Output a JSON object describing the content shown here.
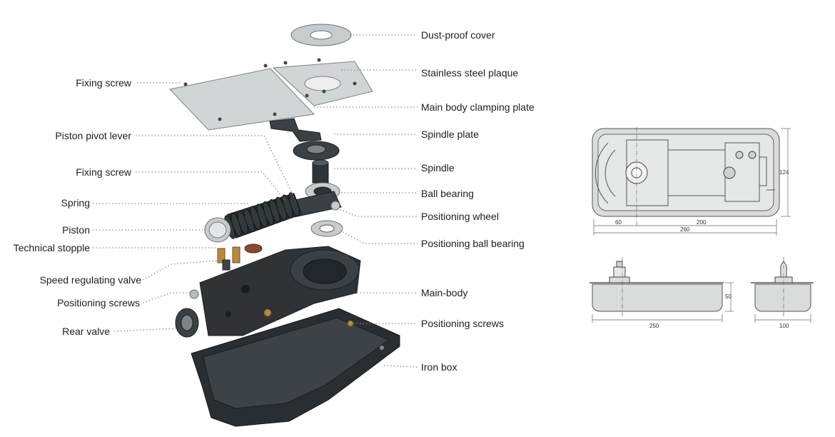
{
  "labels_left": [
    {
      "key": "fixing_screw_top",
      "text": "Fixing screw"
    },
    {
      "key": "piston_pivot_lever",
      "text": "Piston pivot lever"
    },
    {
      "key": "fixing_screw_mid",
      "text": "Fixing screw"
    },
    {
      "key": "spring",
      "text": "Spring"
    },
    {
      "key": "piston",
      "text": "Piston"
    },
    {
      "key": "technical_stopple",
      "text": "Technical stopple"
    },
    {
      "key": "speed_regulating_valve",
      "text": "Speed regulating valve"
    },
    {
      "key": "positioning_screws_left",
      "text": "Positioning screws"
    },
    {
      "key": "rear_valve",
      "text": "Rear valve"
    }
  ],
  "labels_right": [
    {
      "key": "dust_proof_cover",
      "text": "Dust-proof cover"
    },
    {
      "key": "stainless_steel_plaque",
      "text": "Stainless steel plaque"
    },
    {
      "key": "main_body_clamping_plate",
      "text": "Main body clamping plate"
    },
    {
      "key": "spindle_plate",
      "text": "Spindle plate"
    },
    {
      "key": "spindle",
      "text": "Spindle"
    },
    {
      "key": "ball_bearing",
      "text": "Ball bearing"
    },
    {
      "key": "positioning_wheel",
      "text": "Positioning wheel"
    },
    {
      "key": "positioning_ball_bearing",
      "text": "Positioning ball bearing"
    },
    {
      "key": "main_body",
      "text": "Main-body"
    },
    {
      "key": "positioning_screws_right",
      "text": "Positioning screws"
    },
    {
      "key": "iron_box",
      "text": "Iron box"
    }
  ],
  "dimensions": {
    "top_view": {
      "height": "124",
      "offset": "60",
      "inner_length": "200",
      "total_length": "260"
    },
    "front_view": {
      "length": "250",
      "height": "50"
    },
    "side_view": {
      "width": "100"
    }
  }
}
